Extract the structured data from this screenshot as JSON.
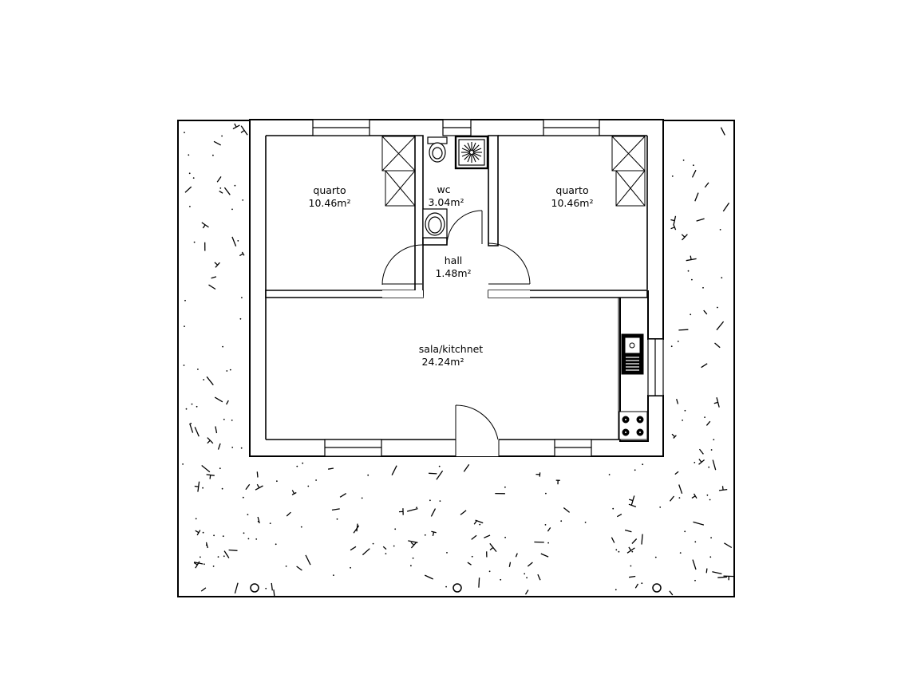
{
  "rooms": [
    {
      "id": "quarto-left",
      "name": "quarto",
      "area": "10.46m²"
    },
    {
      "id": "wc",
      "name": "wc",
      "area": "3.04m²"
    },
    {
      "id": "quarto-right",
      "name": "quarto",
      "area": "10.46m²"
    },
    {
      "id": "hall",
      "name": "hall",
      "area": "1.48m²"
    },
    {
      "id": "sala",
      "name": "sala/kitchnet",
      "area": "24.24m²"
    }
  ],
  "colors": {
    "line": "#000000",
    "background": "#ffffff",
    "window": "#cccccc"
  }
}
